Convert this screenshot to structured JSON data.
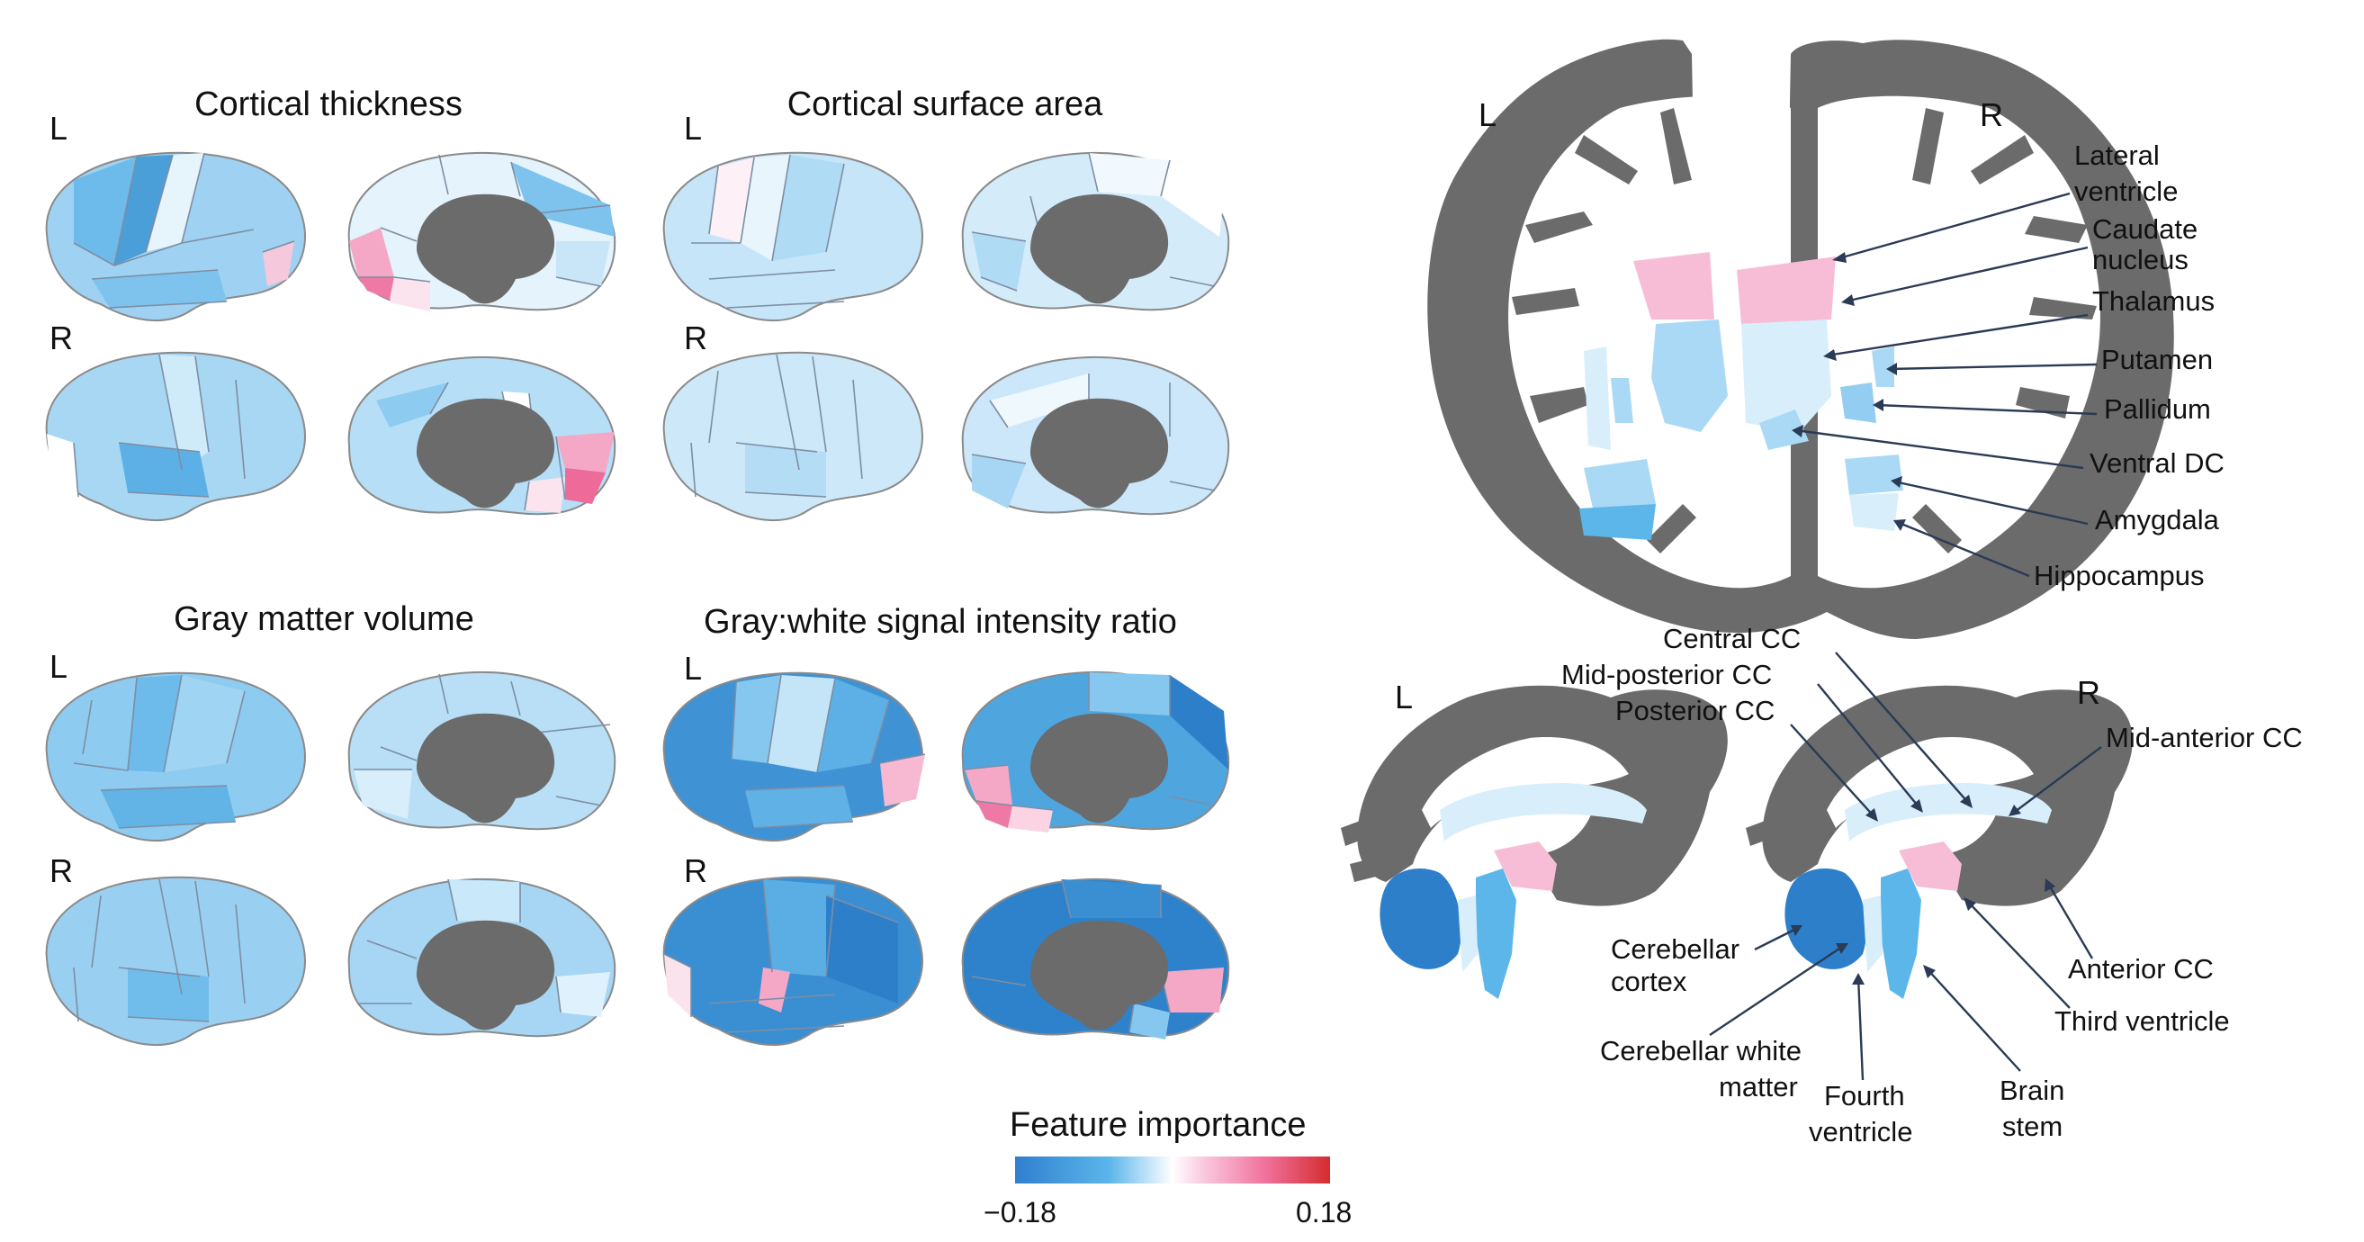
{
  "panels": [
    {
      "title": "Cortical thickness",
      "left_label": "L",
      "right_label": "R"
    },
    {
      "title": "Cortical surface area",
      "left_label": "L",
      "right_label": "R"
    },
    {
      "title": "Gray matter volume",
      "left_label": "L",
      "right_label": "R"
    },
    {
      "title": "Gray:white signal intensity ratio",
      "left_label": "L",
      "right_label": "R"
    }
  ],
  "coronal": {
    "left_label": "L",
    "right_label": "R",
    "structures": [
      {
        "line1": "Lateral",
        "line2": "ventricle"
      },
      {
        "line1": "Caudate",
        "line2": "nucleus"
      },
      {
        "line1": "Thalamus"
      },
      {
        "line1": "Putamen"
      },
      {
        "line1": "Pallidum"
      },
      {
        "line1": "Ventral DC"
      },
      {
        "line1": "Amygdala"
      },
      {
        "line1": "Hippocampus"
      }
    ]
  },
  "sagittal": {
    "left_label": "L",
    "right_label": "R",
    "structures": [
      {
        "line1": "Central CC"
      },
      {
        "line1": "Mid-posterior CC"
      },
      {
        "line1": "Posterior CC"
      },
      {
        "line1": "Mid-anterior CC"
      },
      {
        "line1": "Cerebellar",
        "line2": "cortex"
      },
      {
        "line1": "Anterior CC"
      },
      {
        "line1": "Third ventricle"
      },
      {
        "line1": "Cerebellar white",
        "line2": "matter"
      },
      {
        "line1": "Brain",
        "line2": "stem"
      },
      {
        "line1": "Fourth",
        "line2": "ventricle"
      }
    ]
  },
  "legend": {
    "title": "Feature importance",
    "min_label": "−0.18",
    "max_label": "0.18",
    "colors": [
      "#2f7fcf",
      "#5cb6ea",
      "#d8eefb",
      "#ffffff",
      "#f9c8dd",
      "#f06f99",
      "#d42c2f"
    ]
  }
}
